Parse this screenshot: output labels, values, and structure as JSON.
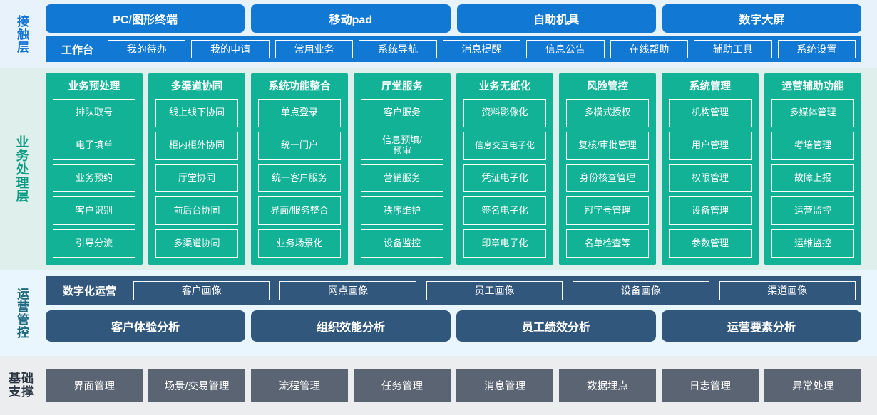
{
  "layers": {
    "contact": {
      "label": "接触层",
      "channels": [
        "PC/图形终端",
        "移动pad",
        "自助机具",
        "数字大屏"
      ],
      "workbench_title": "工作台",
      "workbench_items": [
        "我的待办",
        "我的申请",
        "常用业务",
        "系统导航",
        "消息提醒",
        "信息公告",
        "在线帮助",
        "辅助工具",
        "系统设置"
      ]
    },
    "business": {
      "label": "业务处理层",
      "columns": [
        {
          "title": "业务预处理",
          "items": [
            "排队取号",
            "电子填单",
            "业务预约",
            "客户识别",
            "引导分流"
          ]
        },
        {
          "title": "多渠道协同",
          "items": [
            "线上线下协同",
            "柜内柜外协同",
            "厅堂协同",
            "前后台协同",
            "多渠道协同"
          ]
        },
        {
          "title": "系统功能整合",
          "items": [
            "单点登录",
            "统一门户",
            "统一客户服务",
            "界面/服务整合",
            "业务场景化"
          ]
        },
        {
          "title": "厅堂服务",
          "items": [
            "客户服务",
            "信息预填/\n预审",
            "营销服务",
            "秩序维护",
            "设备监控"
          ]
        },
        {
          "title": "业务无纸化",
          "items": [
            "资料影像化",
            "信息交互电子化",
            "凭证电子化",
            "签名电子化",
            "印章电子化"
          ]
        },
        {
          "title": "风险管控",
          "items": [
            "多模式授权",
            "复核/审批管理",
            "身份核查管理",
            "冠字号管理",
            "名单检查等"
          ]
        },
        {
          "title": "系统管理",
          "items": [
            "机构管理",
            "用户管理",
            "权限管理",
            "设备管理",
            "参数管理"
          ]
        },
        {
          "title": "运营辅助功能",
          "items": [
            "多媒体管理",
            "考培管理",
            "故障上报",
            "运营监控",
            "运维监控"
          ]
        }
      ]
    },
    "operations": {
      "label": "运营管控",
      "digital_title": "数字化运营",
      "portraits": [
        "客户画像",
        "网点画像",
        "员工画像",
        "设备画像",
        "渠道画像"
      ],
      "analyses": [
        "客户体验分析",
        "组织效能分析",
        "员工绩效分析",
        "运营要素分析"
      ]
    },
    "foundation": {
      "label_line1": "基础",
      "label_line2": "支撑",
      "items": [
        "界面管理",
        "场景/交易管理",
        "流程管理",
        "任务管理",
        "消息管理",
        "数据埋点",
        "日志管理",
        "异常处理"
      ]
    }
  },
  "colors": {
    "contact_bg": "#e8f2fb",
    "contact_accent": "#1178d4",
    "business_bg": "#dff0ec",
    "business_accent": "#12b296",
    "operations_bg": "#e9f6fd",
    "operations_accent": "#32577d",
    "foundation_bg": "#ebedef",
    "foundation_accent": "#5a6472"
  }
}
